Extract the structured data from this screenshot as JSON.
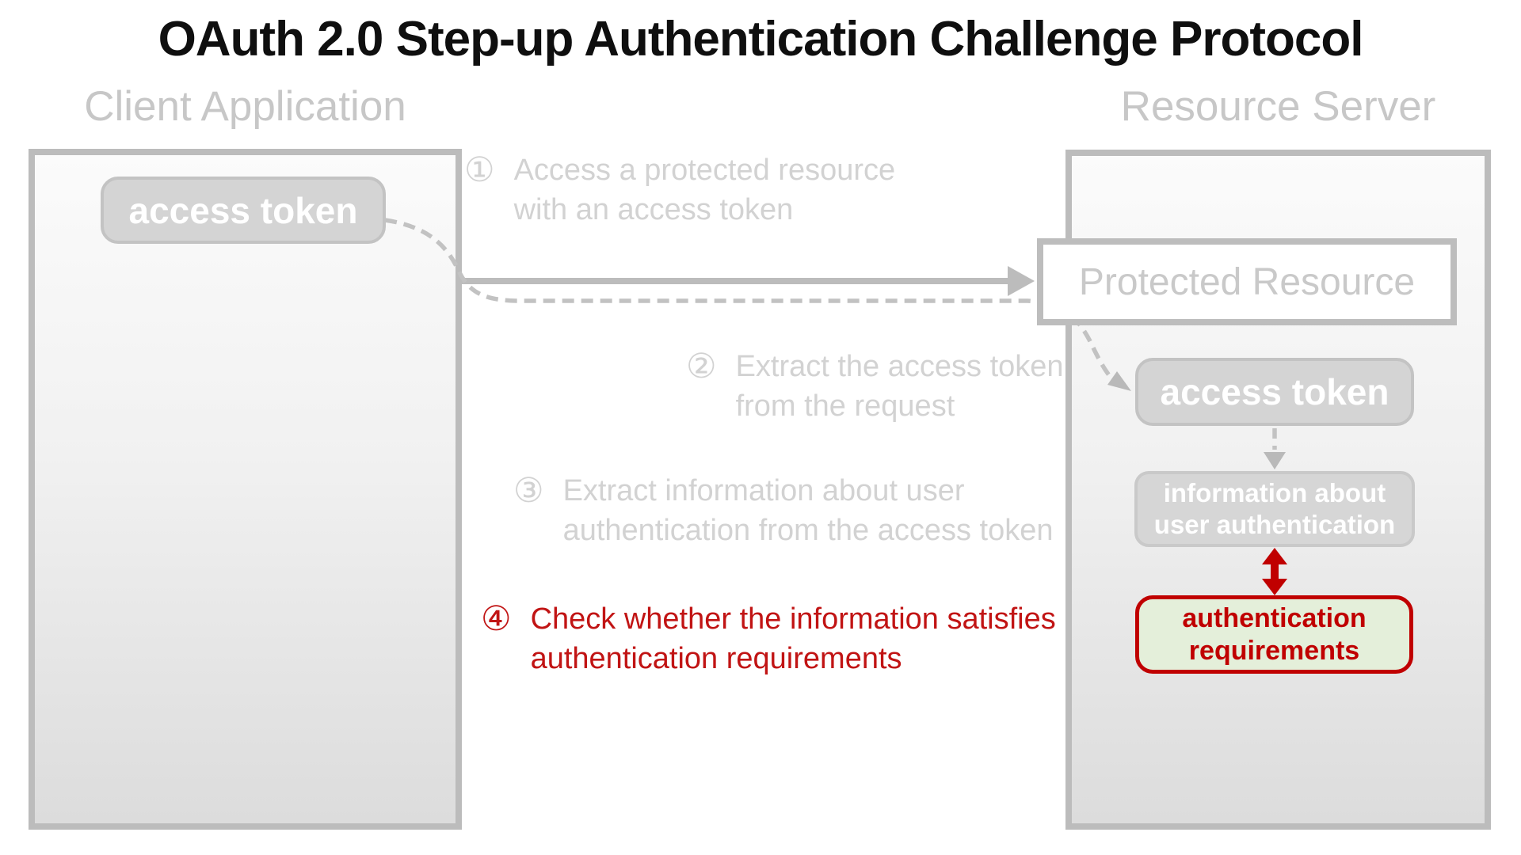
{
  "title": "OAuth 2.0 Step-up Authentication Challenge Protocol",
  "client": {
    "label": "Client Application",
    "access_token": "access token"
  },
  "server": {
    "label": "Resource Server",
    "protected_resource": "Protected Resource",
    "access_token": "access token",
    "info_line1": "information about",
    "info_line2": "user authentication",
    "req_line1": "authentication",
    "req_line2": "requirements"
  },
  "steps": [
    {
      "number": "①",
      "line1": "Access a protected resource",
      "line2": "with an access token"
    },
    {
      "number": "②",
      "line1": "Extract the access token",
      "line2": "from the request"
    },
    {
      "number": "③",
      "line1": "Extract information about user",
      "line2": "authentication from the access token"
    },
    {
      "number": "④",
      "line1": "Check whether the information satisfies",
      "line2": "authentication requirements"
    }
  ],
  "colors": {
    "title_text": "#0f0f0f",
    "muted_gray_text": "#c7c7c7",
    "step_gray_text": "#d2d2d2",
    "panel_border": "#bcbcbc",
    "token_fill": "#d4d4d4",
    "accent_red": "#c00000",
    "step4_red": "#c11414",
    "requirements_green_fill": "#e4efda",
    "arrow_gray": "#bcbcbc"
  }
}
